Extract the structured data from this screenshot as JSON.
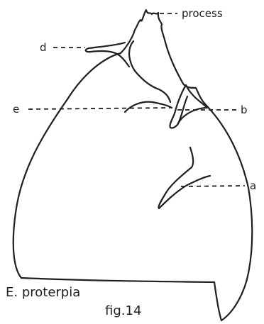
{
  "labels": {
    "process": "process",
    "d": "d",
    "e": "e",
    "b": "b",
    "a": "a"
  },
  "caption": {
    "species": "E. proterpia",
    "figure": "fig.14"
  },
  "ink_color": "#1f1f1f",
  "background": "#ffffff"
}
